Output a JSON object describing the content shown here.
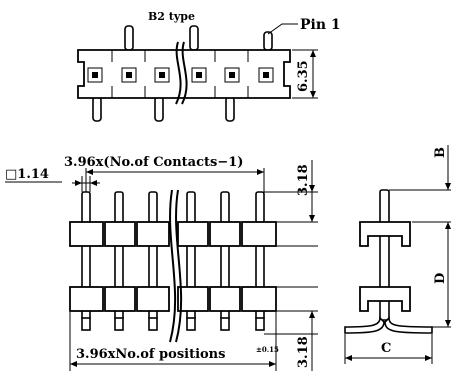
{
  "top_view": {
    "type_label": "B2 type",
    "pin1_label": "Pin 1",
    "height_dim": "6.35"
  },
  "front_view": {
    "pitch_dim": "3.96x(No.of Contacts−1)",
    "pin_size_dim": "□1.14",
    "top_pin_dim": "3.18",
    "bottom_pin_dim": "3.18",
    "total_dim": "3.96xNo.of positions",
    "total_tol": "±0.15"
  },
  "side_view": {
    "dim_b": "B",
    "dim_d": "D",
    "dim_c": "C"
  }
}
